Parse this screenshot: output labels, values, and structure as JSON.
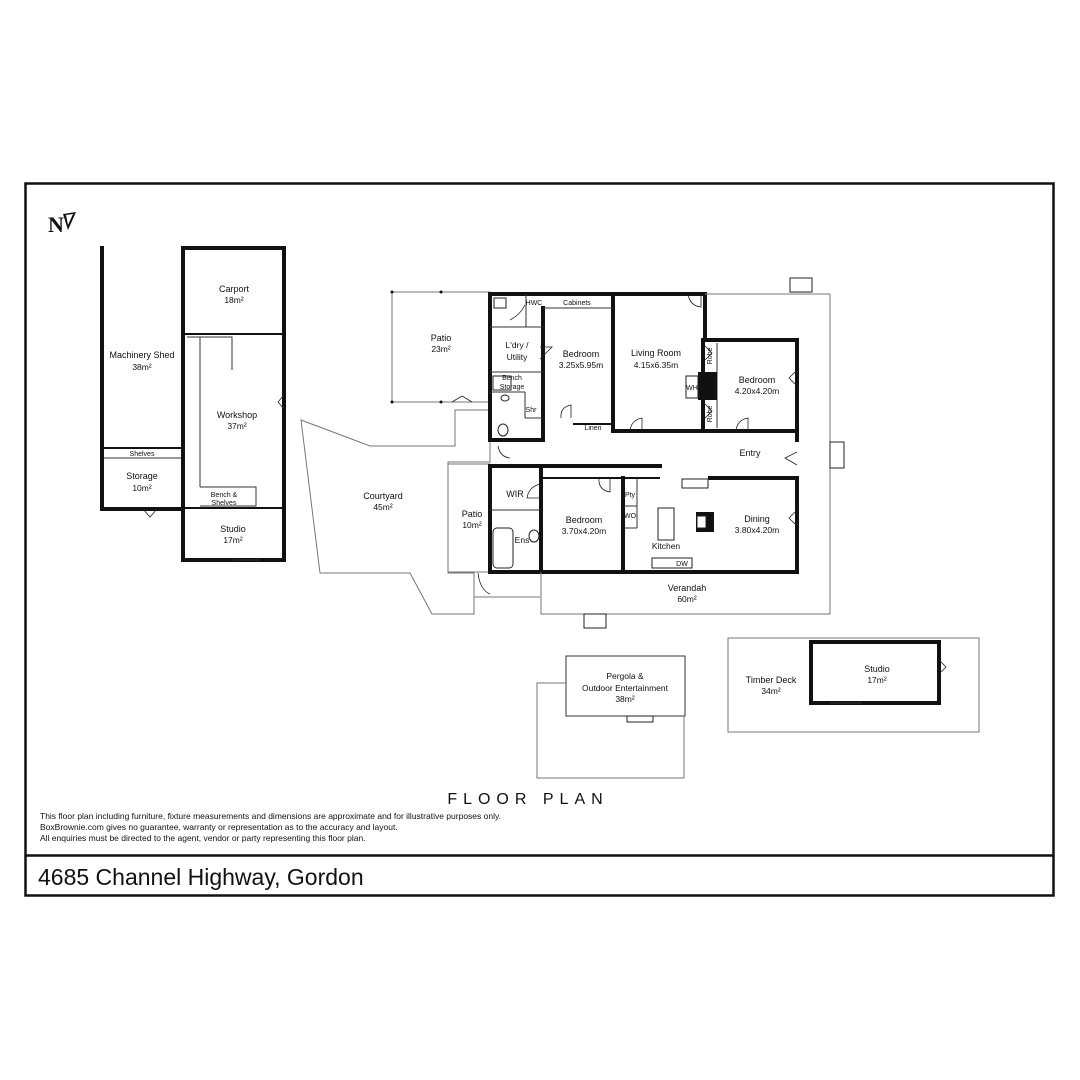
{
  "plan_title": "FLOOR PLAN",
  "address": "4685 Channel Highway, Gordon",
  "disclaimer": [
    "This floor plan including furniture, fixture measurements and dimensions are approximate and for illustrative purposes only.",
    "BoxBrownie.com gives no guarantee, warranty or representation as to the accuracy and layout.",
    "All enquiries must be directed to the agent, vendor or party representing this floor plan."
  ],
  "north_label": "N",
  "icons": {
    "north_arrow": "north-arrow-icon"
  },
  "rooms": {
    "machinery_shed": {
      "name": "Machinery Shed",
      "size": "38m²"
    },
    "carport": {
      "name": "Carport",
      "size": "18m²"
    },
    "workshop": {
      "name": "Workshop",
      "size": "37m²"
    },
    "shelves": {
      "name": "Shelves"
    },
    "storage_shed": {
      "name": "Storage",
      "size": "10m²"
    },
    "bench_shelves": {
      "line1": "Bench &",
      "line2": "Shelves"
    },
    "studio_west": {
      "name": "Studio",
      "size": "17m²"
    },
    "patio_north": {
      "name": "Patio",
      "size": "23m²"
    },
    "courtyard": {
      "name": "Courtyard",
      "size": "45m²"
    },
    "patio_west": {
      "name": "Patio",
      "size": "10m²"
    },
    "hwc": {
      "name": "HWC"
    },
    "cabinets": {
      "name": "Cabinets"
    },
    "laundry": {
      "line1": "L'dry /",
      "line2": "Utility"
    },
    "bench": {
      "name": "Bench"
    },
    "storage_small": {
      "name": "Storage"
    },
    "shower": {
      "name": "Shr"
    },
    "linen": {
      "name": "Linen"
    },
    "bedroom1": {
      "name": "Bedroom",
      "size": "3.25x5.95m"
    },
    "living": {
      "name": "Living Room",
      "size": "4.15x6.35m"
    },
    "wh": {
      "name": "WH"
    },
    "robe1": {
      "name": "Robe"
    },
    "robe2": {
      "name": "Robe"
    },
    "bedroom2": {
      "name": "Bedroom",
      "size": "4.20x4.20m"
    },
    "entry": {
      "name": "Entry"
    },
    "wir": {
      "name": "WIR"
    },
    "ensuite": {
      "name": "Ens"
    },
    "bedroom3": {
      "name": "Bedroom",
      "size": "3.70x4.20m"
    },
    "pantry": {
      "name": "Pty"
    },
    "wo": {
      "name": "WO"
    },
    "kitchen": {
      "name": "Kitchen"
    },
    "dw": {
      "name": "DW"
    },
    "dining": {
      "name": "Dining",
      "size": "3.80x4.20m"
    },
    "verandah": {
      "name": "Verandah",
      "size": "60m²"
    },
    "pergola": {
      "line1": "Pergola &",
      "line2": "Outdoor Entertainment",
      "size": "38m²"
    },
    "timber_deck": {
      "name": "Timber Deck",
      "size": "34m²"
    },
    "studio_east": {
      "name": "Studio",
      "size": "17m²"
    }
  }
}
